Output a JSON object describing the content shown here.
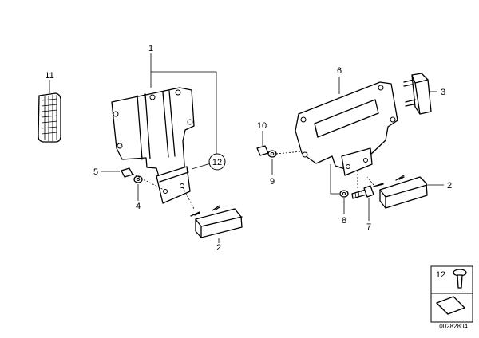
{
  "callouts": {
    "c1": "1",
    "c2a": "2",
    "c2b": "2",
    "c3": "3",
    "c4": "4",
    "c5": "5",
    "c6": "6",
    "c7": "7",
    "c8": "8",
    "c9": "9",
    "c10": "10",
    "c11": "11",
    "c12": "12",
    "legend12": "12"
  },
  "doc_number": "00282804"
}
